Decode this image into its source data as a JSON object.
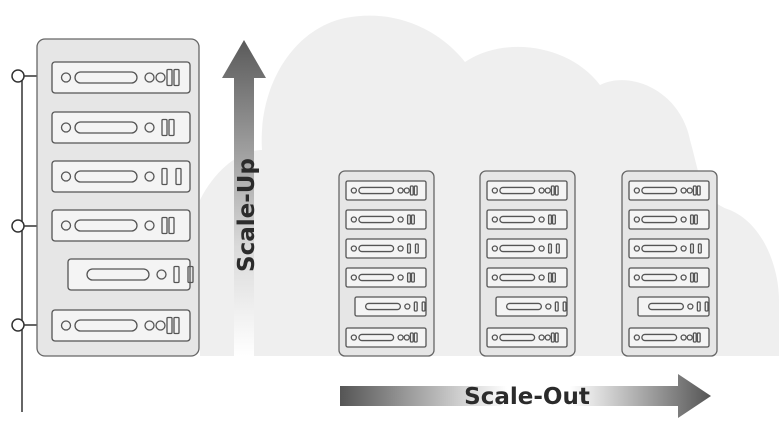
{
  "labels": {
    "scale_up": "Scale-Up",
    "scale_out": "Scale-Out"
  },
  "big_rack": {
    "units": [
      "double-dot",
      "single-dot",
      "single-dot-split",
      "single-dot",
      "dot-only-offset",
      "double-dot"
    ]
  },
  "small_racks": {
    "count": 3,
    "units": [
      "double-dot",
      "single-dot",
      "single-dot-split",
      "single-dot",
      "dot-only-offset",
      "double-dot"
    ]
  },
  "colors": {
    "background": "#ffffff",
    "cloud": "#efefef",
    "rack_fill": "#e6e6e6",
    "rack_stroke": "#555555",
    "unit_fill": "#f4f4f4",
    "line": "#333333",
    "arrow_dark": "#555555",
    "arrow_light": "#ffffff"
  }
}
